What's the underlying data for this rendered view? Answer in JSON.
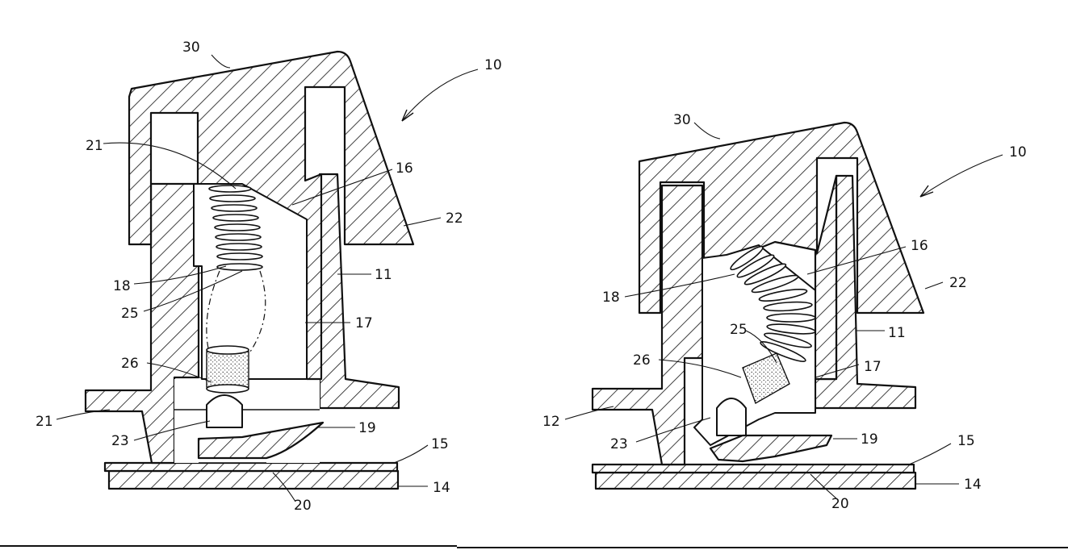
{
  "figure": {
    "left_view": {
      "labels": {
        "l30": "30",
        "l10": "10",
        "l21a": "21",
        "l16": "16",
        "l22": "22",
        "l18": "18",
        "l11": "11",
        "l25": "25",
        "l17": "17",
        "l26": "26",
        "l21b": "21",
        "l19": "19",
        "l23": "23",
        "l15": "15",
        "l14": "14",
        "l20": "20"
      }
    },
    "right_view": {
      "labels": {
        "l30": "30",
        "l10": "10",
        "l16": "16",
        "l22": "22",
        "l18": "18",
        "l25": "25",
        "l11": "11",
        "l26": "26",
        "l17": "17",
        "l12": "12",
        "l19": "19",
        "l23": "23",
        "l15": "15",
        "l14": "14",
        "l20": "20"
      }
    }
  }
}
